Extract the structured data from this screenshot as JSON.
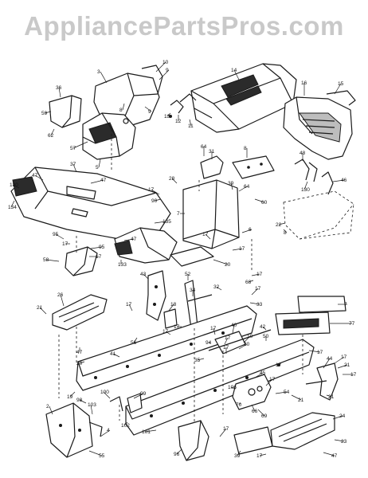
{
  "watermark": "AppliancePartsPros.com",
  "callouts": [
    {
      "id": "c1",
      "text": "10"
    },
    {
      "id": "c2",
      "text": "3"
    },
    {
      "id": "c3",
      "text": "9"
    },
    {
      "id": "c4",
      "text": "8"
    },
    {
      "id": "c5",
      "text": "9"
    },
    {
      "id": "c6",
      "text": "14"
    },
    {
      "id": "c7",
      "text": "16"
    },
    {
      "id": "c8",
      "text": "15"
    },
    {
      "id": "c9",
      "text": "36"
    },
    {
      "id": "c10",
      "text": "59"
    },
    {
      "id": "c11",
      "text": "62"
    },
    {
      "id": "c12",
      "text": "57"
    },
    {
      "id": "c13",
      "text": "5"
    },
    {
      "id": "c14",
      "text": "13"
    },
    {
      "id": "c15",
      "text": "12"
    },
    {
      "id": "c16",
      "text": "11"
    },
    {
      "id": "c17",
      "text": "37"
    },
    {
      "id": "c18",
      "text": "47"
    },
    {
      "id": "c19",
      "text": "47"
    },
    {
      "id": "c20",
      "text": "130"
    },
    {
      "id": "c21",
      "text": "134"
    },
    {
      "id": "c22",
      "text": "64"
    },
    {
      "id": "c23",
      "text": "31"
    },
    {
      "id": "c24",
      "text": "8"
    },
    {
      "id": "c25",
      "text": "48"
    },
    {
      "id": "c26",
      "text": "130"
    },
    {
      "id": "c27",
      "text": "46"
    },
    {
      "id": "c28",
      "text": "28"
    },
    {
      "id": "c29",
      "text": "17"
    },
    {
      "id": "c30",
      "text": "90"
    },
    {
      "id": "c31",
      "text": "39"
    },
    {
      "id": "c32",
      "text": "64"
    },
    {
      "id": "c33",
      "text": "60"
    },
    {
      "id": "c34",
      "text": "7"
    },
    {
      "id": "c35",
      "text": "22"
    },
    {
      "id": "c36",
      "text": "135"
    },
    {
      "id": "c37",
      "text": "95"
    },
    {
      "id": "c38",
      "text": "17"
    },
    {
      "id": "c39",
      "text": "95"
    },
    {
      "id": "c40",
      "text": "17"
    },
    {
      "id": "c41",
      "text": "47"
    },
    {
      "id": "c42",
      "text": "58"
    },
    {
      "id": "c43",
      "text": "133"
    },
    {
      "id": "c44",
      "text": "6"
    },
    {
      "id": "c45",
      "text": "17"
    },
    {
      "id": "c46",
      "text": "20"
    },
    {
      "id": "c47",
      "text": "43"
    },
    {
      "id": "c48",
      "text": "52"
    },
    {
      "id": "c49",
      "text": "17"
    },
    {
      "id": "c50",
      "text": "68"
    },
    {
      "id": "c51",
      "text": "32"
    },
    {
      "id": "c52",
      "text": "34"
    },
    {
      "id": "c53",
      "text": "17"
    },
    {
      "id": "c54",
      "text": "33"
    },
    {
      "id": "c55",
      "text": "26"
    },
    {
      "id": "c56",
      "text": "21"
    },
    {
      "id": "c57",
      "text": "17"
    },
    {
      "id": "c58",
      "text": "18"
    },
    {
      "id": "c59",
      "text": "7"
    },
    {
      "id": "c60",
      "text": "77"
    },
    {
      "id": "c61",
      "text": "56"
    },
    {
      "id": "c62",
      "text": "41"
    },
    {
      "id": "c63",
      "text": "40"
    },
    {
      "id": "c64",
      "text": "10"
    },
    {
      "id": "c65",
      "text": "42"
    },
    {
      "id": "c66",
      "text": "50"
    },
    {
      "id": "c67",
      "text": "47"
    },
    {
      "id": "c68",
      "text": "94"
    },
    {
      "id": "c69",
      "text": "17"
    },
    {
      "id": "c70",
      "text": "17"
    },
    {
      "id": "c71",
      "text": "35"
    },
    {
      "id": "c72",
      "text": "20"
    },
    {
      "id": "c73",
      "text": "17"
    },
    {
      "id": "c74",
      "text": "44"
    },
    {
      "id": "c75",
      "text": "17"
    },
    {
      "id": "c76",
      "text": "21"
    },
    {
      "id": "c77",
      "text": "17"
    },
    {
      "id": "c78",
      "text": "20"
    },
    {
      "id": "c79",
      "text": "45"
    },
    {
      "id": "c80",
      "text": "17"
    },
    {
      "id": "c81",
      "text": "54"
    },
    {
      "id": "c82",
      "text": "21"
    },
    {
      "id": "c83",
      "text": "21"
    },
    {
      "id": "c84",
      "text": "19"
    },
    {
      "id": "c85",
      "text": "100"
    },
    {
      "id": "c86",
      "text": "99"
    },
    {
      "id": "c87",
      "text": "106"
    },
    {
      "id": "c88",
      "text": "70"
    },
    {
      "id": "c89",
      "text": "66"
    },
    {
      "id": "c90",
      "text": "69"
    },
    {
      "id": "c91",
      "text": "2"
    },
    {
      "id": "c92",
      "text": "98"
    },
    {
      "id": "c93",
      "text": "103"
    },
    {
      "id": "c94",
      "text": "4"
    },
    {
      "id": "c95",
      "text": "102"
    },
    {
      "id": "c96",
      "text": "101"
    },
    {
      "id": "c97",
      "text": "96"
    },
    {
      "id": "c98",
      "text": "17"
    },
    {
      "id": "c99",
      "text": "24"
    },
    {
      "id": "c100",
      "text": "23"
    },
    {
      "id": "c101",
      "text": "55"
    },
    {
      "id": "c102",
      "text": "39"
    },
    {
      "id": "c103",
      "text": "17"
    },
    {
      "id": "c104",
      "text": "47"
    },
    {
      "id": "c105",
      "text": "17"
    },
    {
      "id": "c106",
      "text": "17"
    },
    {
      "id": "c107",
      "text": "17"
    },
    {
      "id": "c108",
      "text": "17"
    },
    {
      "id": "c109",
      "text": "8"
    },
    {
      "id": "c110",
      "text": "17"
    }
  ]
}
